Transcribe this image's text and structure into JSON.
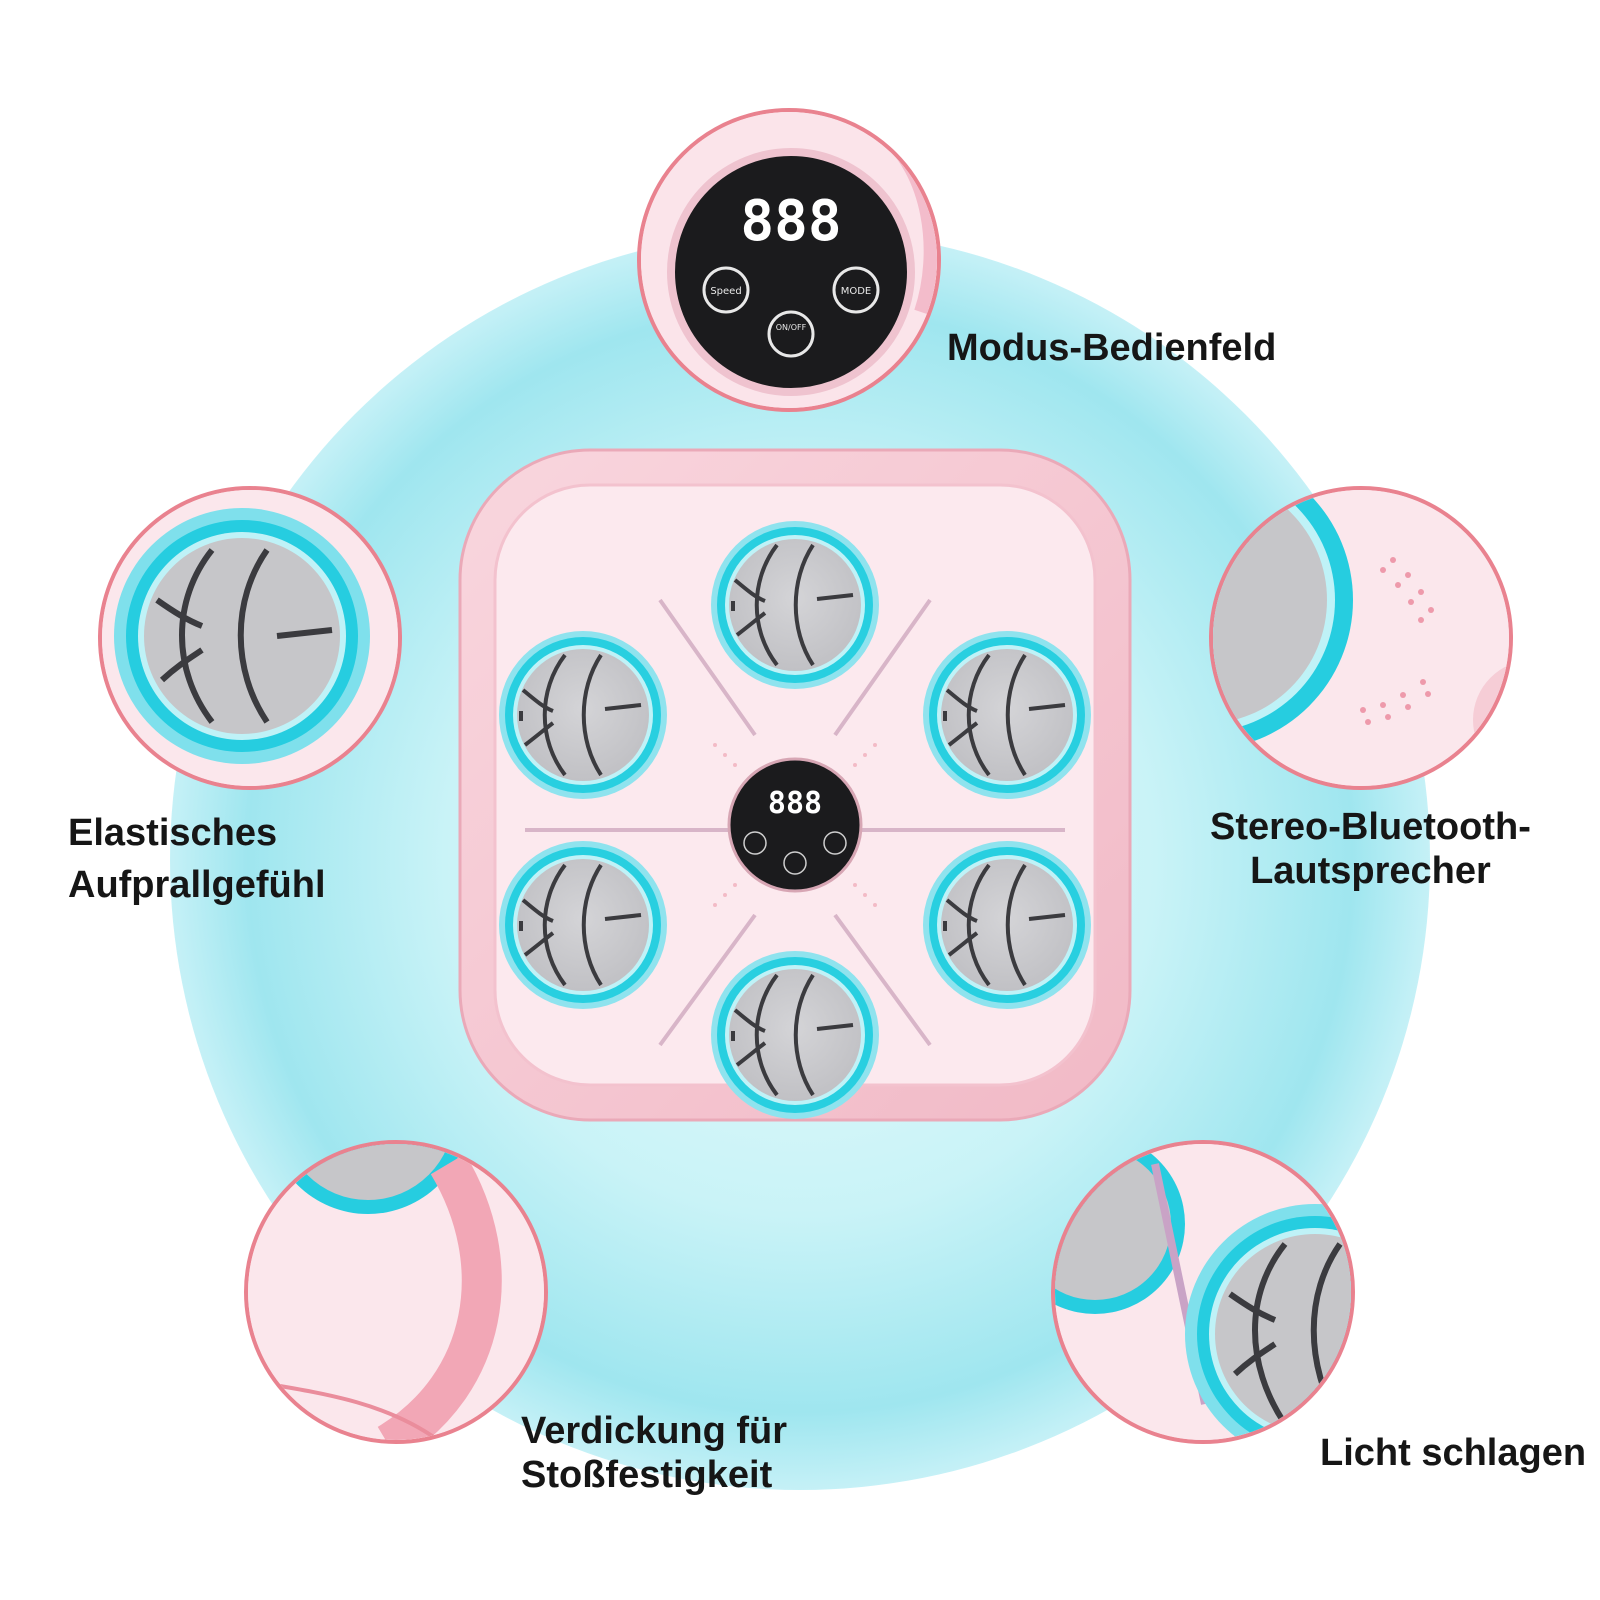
{
  "display": {
    "digits": "888",
    "speed_label": "Speed",
    "mode_label": "MODE",
    "onoff_label": "ON/OFF"
  },
  "callouts": {
    "top": "Modus-Bedienfeld",
    "left": [
      "Elastisches",
      "Aufprallgefühl"
    ],
    "right": [
      "Stereo-Bluetooth-",
      "Lautsprecher"
    ],
    "bottom_left": [
      "Verdickung für",
      "Stoßfestigkeit"
    ],
    "bottom_right": "Licht schlagen"
  },
  "colors": {
    "pink_frame": "#f6c9d3",
    "pink_face": "#fce9ee",
    "pad_grey": "#c9c9cc",
    "pad_ring": "#28cfe0",
    "callout_border": "#e9828f"
  }
}
